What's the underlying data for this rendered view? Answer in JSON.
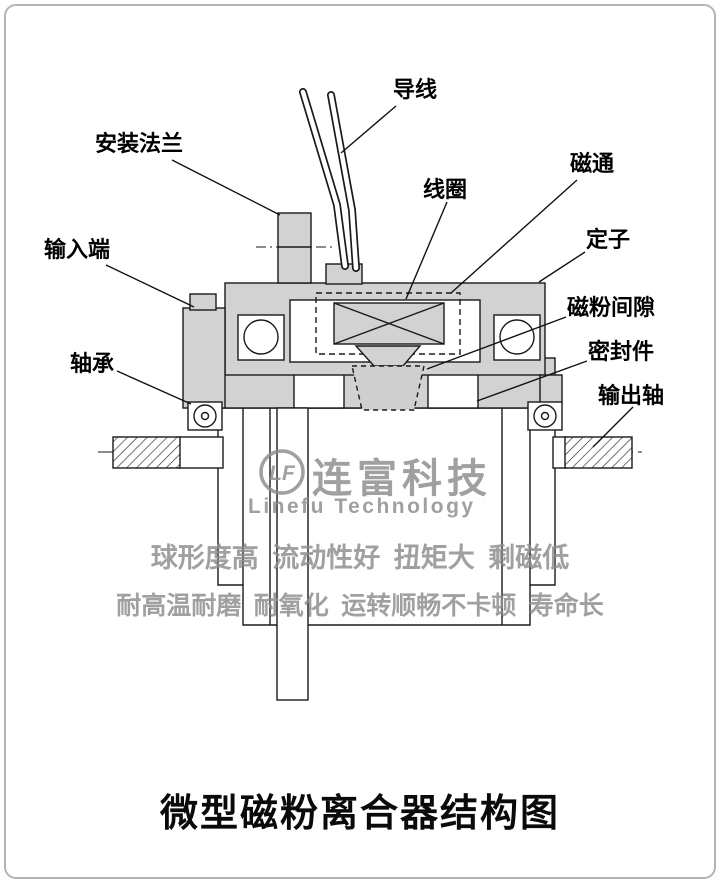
{
  "page": {
    "title_caption": "微型磁粉离合器结构图"
  },
  "labels": {
    "lead_wire": "导线",
    "mounting_flange": "安装法兰",
    "coil": "线圈",
    "magnetic_flux": "磁通",
    "input_end": "输入端",
    "stator": "定子",
    "powder_gap": "磁粉间隙",
    "seal": "密封件",
    "bearing": "轴承",
    "output_shaft": "输出轴"
  },
  "watermark": {
    "logo_text": "LF",
    "brand_cn": "连富科技",
    "brand_en": "Linefu Technology",
    "slogan_line1": "球形度高  流动性好  扭矩大  剩磁低",
    "slogan_line2": "耐高温耐磨  耐氧化  运转顺畅不卡顿  寿命长"
  },
  "colors": {
    "metal_fill": "#d2d2d2",
    "outline": "#1a1a1a",
    "watermark_gray": "#8c8c8c",
    "border_gray": "#b3b3b3"
  }
}
